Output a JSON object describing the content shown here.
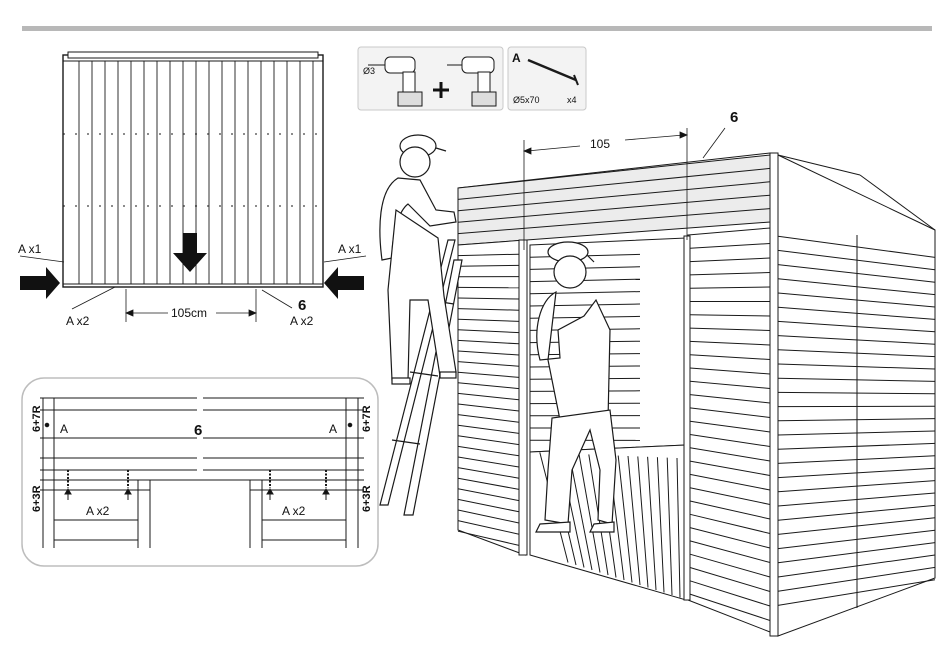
{
  "top_left_panel": {
    "left_screw": "A x1",
    "right_screw": "A x1",
    "bottom_left_screw": "A x2",
    "bottom_right_screw": "A x2",
    "dimension": "105cm",
    "part_number": "6"
  },
  "tools_box": {
    "drill_bit": "Ø3"
  },
  "screw_box": {
    "letter": "A",
    "size": "Ø5x70",
    "quantity": "x4"
  },
  "shed_view": {
    "part_number": "6",
    "dimension": "105"
  },
  "detail_panel": {
    "part_number": "6",
    "left_upper_label": "6+7R",
    "right_upper_label": "6+7R",
    "left_lower_label": "6+3R",
    "right_lower_label": "6+3R",
    "screw_left_letter": "A",
    "screw_right_letter": "A",
    "left_count": "A  x2",
    "right_count": "A  x2"
  },
  "colors": {
    "line": "#1a1a1a",
    "bar": "#b8b8b8",
    "box_border": "#c8c8c8",
    "roof_fill": "#e8e8e8"
  }
}
